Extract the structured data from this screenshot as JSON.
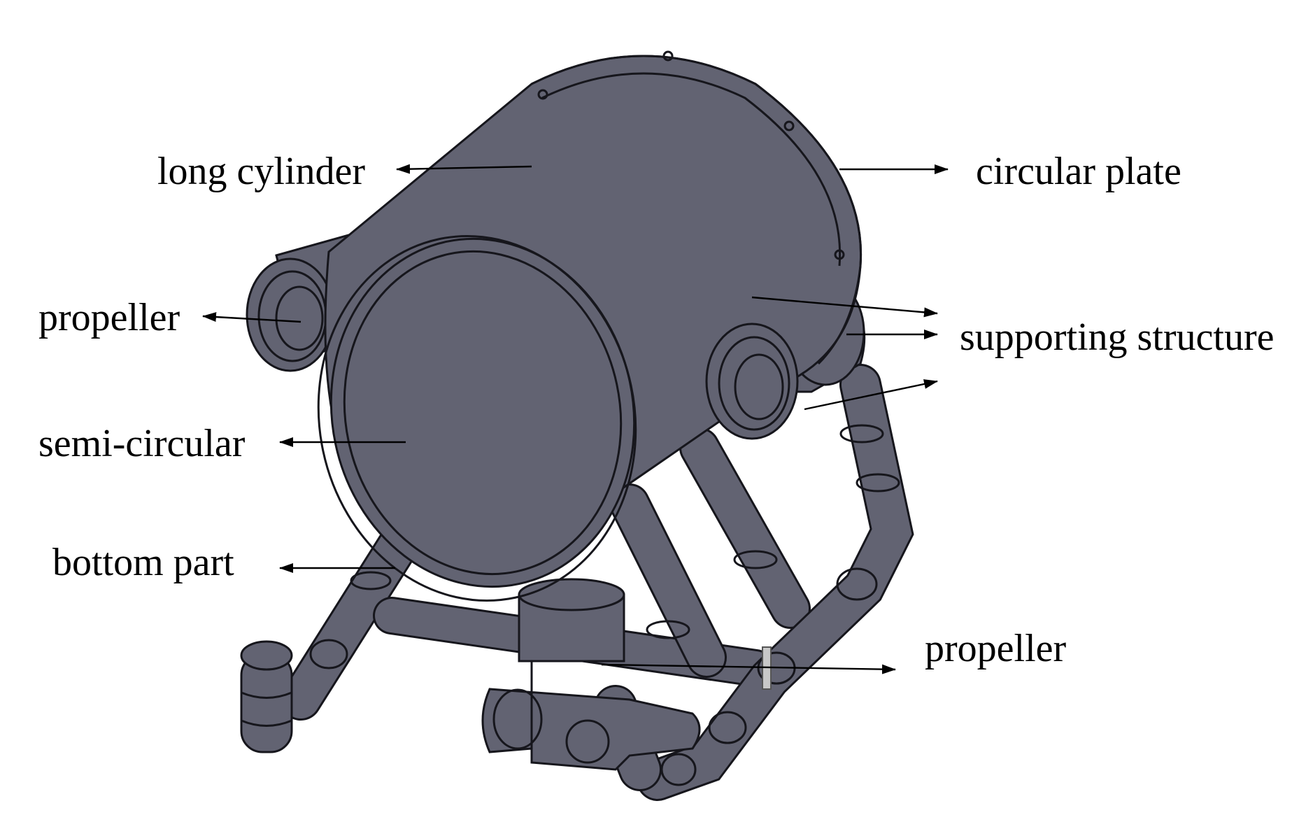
{
  "labels": {
    "long_cylinder": "long cylinder",
    "circular_plate": "circular plate",
    "propeller_left": "propeller",
    "supporting_structure": "supporting structure",
    "semi_circular": "semi-circular",
    "bottom_part": "bottom part",
    "propeller_bottom": "propeller"
  },
  "colors": {
    "body": "#626372",
    "outline": "#16161c",
    "background": "#ffffff"
  }
}
